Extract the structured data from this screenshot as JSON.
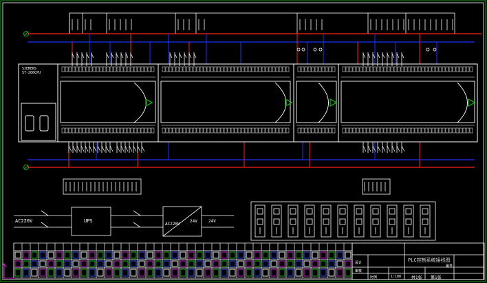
{
  "colors": {
    "background": "#000000",
    "line": "#ffffff",
    "live_wire": "#ff2020",
    "neutral_wire": "#2030ff",
    "status_led": "#10c010",
    "magenta_terminal": "#d020d0",
    "green_terminal": "#20c020",
    "blue_terminal": "#3050ff",
    "frame_green": "#1aa01a"
  },
  "cpu": {
    "brand": "SIEMENS",
    "model": "S7-200CPU"
  },
  "power_chain": {
    "ac_input_label": "AC220V",
    "ups_label": "UPS",
    "converter_in_label": "AC220V",
    "converter_out_label": "24V",
    "dc_output_label": "24V"
  },
  "title_block": {
    "drawing_title": "PLC控制系统接线图",
    "sheet_total": "共1张",
    "sheet_number": "第1张",
    "scale": "1:100",
    "row_labels": [
      "设计",
      "审核",
      "比例"
    ],
    "note": "图号"
  },
  "icons": [
    "ground-symbol-icon",
    "run-led-icon",
    "ucs-axis-icon"
  ]
}
